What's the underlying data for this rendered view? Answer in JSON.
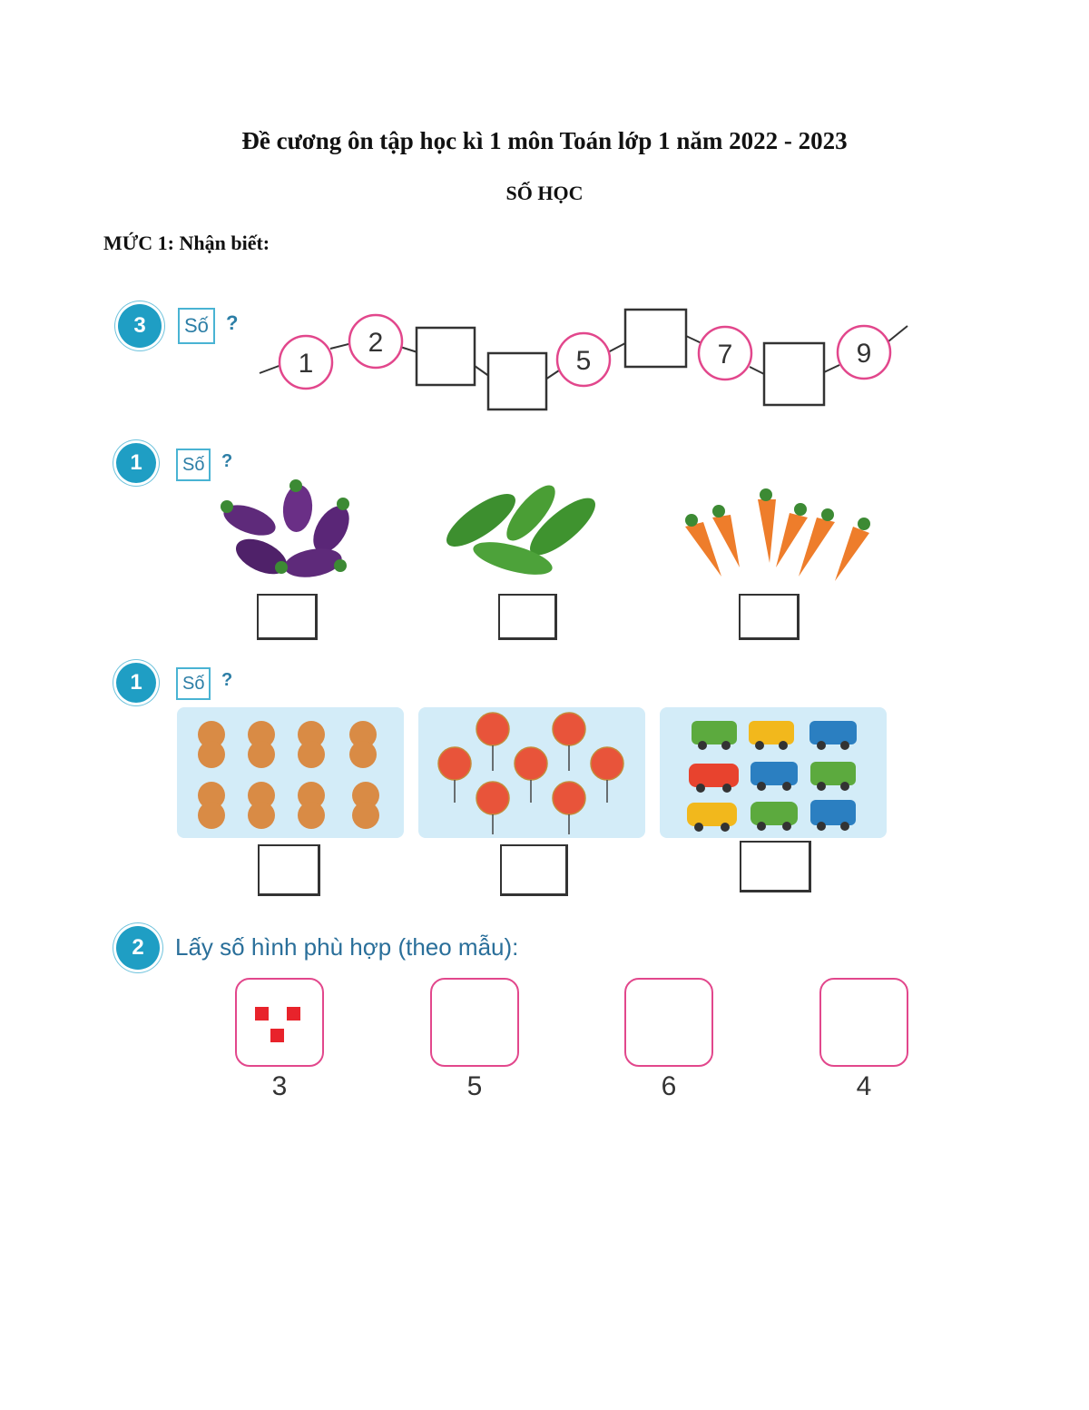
{
  "header": {
    "title": "Đề cương ôn tập học kì 1 môn Toán lớp 1 năm 2022 - 2023",
    "subtitle": "SỐ HỌC",
    "level": "MỨC 1: Nhận biết:"
  },
  "exercise_sequence": {
    "badge": "3",
    "so_label": "Số",
    "question": "?",
    "circles": [
      "1",
      "2",
      "5",
      "7",
      "9"
    ]
  },
  "exercise_vegetables": {
    "badge": "1",
    "so_label": "Số",
    "question": "?",
    "groups": [
      "eggplant-icon",
      "cucumber-icon",
      "carrot-icon"
    ],
    "counts": [
      5,
      4,
      6
    ]
  },
  "exercise_toys": {
    "badge": "1",
    "so_label": "Số",
    "question": "?",
    "groups": [
      "teddy-bear-icon",
      "star-lantern-icon",
      "toy-car-icon"
    ],
    "counts": [
      8,
      7,
      9
    ]
  },
  "exercise_shapes": {
    "badge": "2",
    "instruction": "Lấy số hình phù hợp (theo mẫu):",
    "numbers": [
      "3",
      "5",
      "6",
      "4"
    ]
  },
  "colors": {
    "badge_blue": "#1f9ec4",
    "pink": "#e2478c",
    "red_square": "#e8232b",
    "panel_blue": "#d3ecf8"
  }
}
